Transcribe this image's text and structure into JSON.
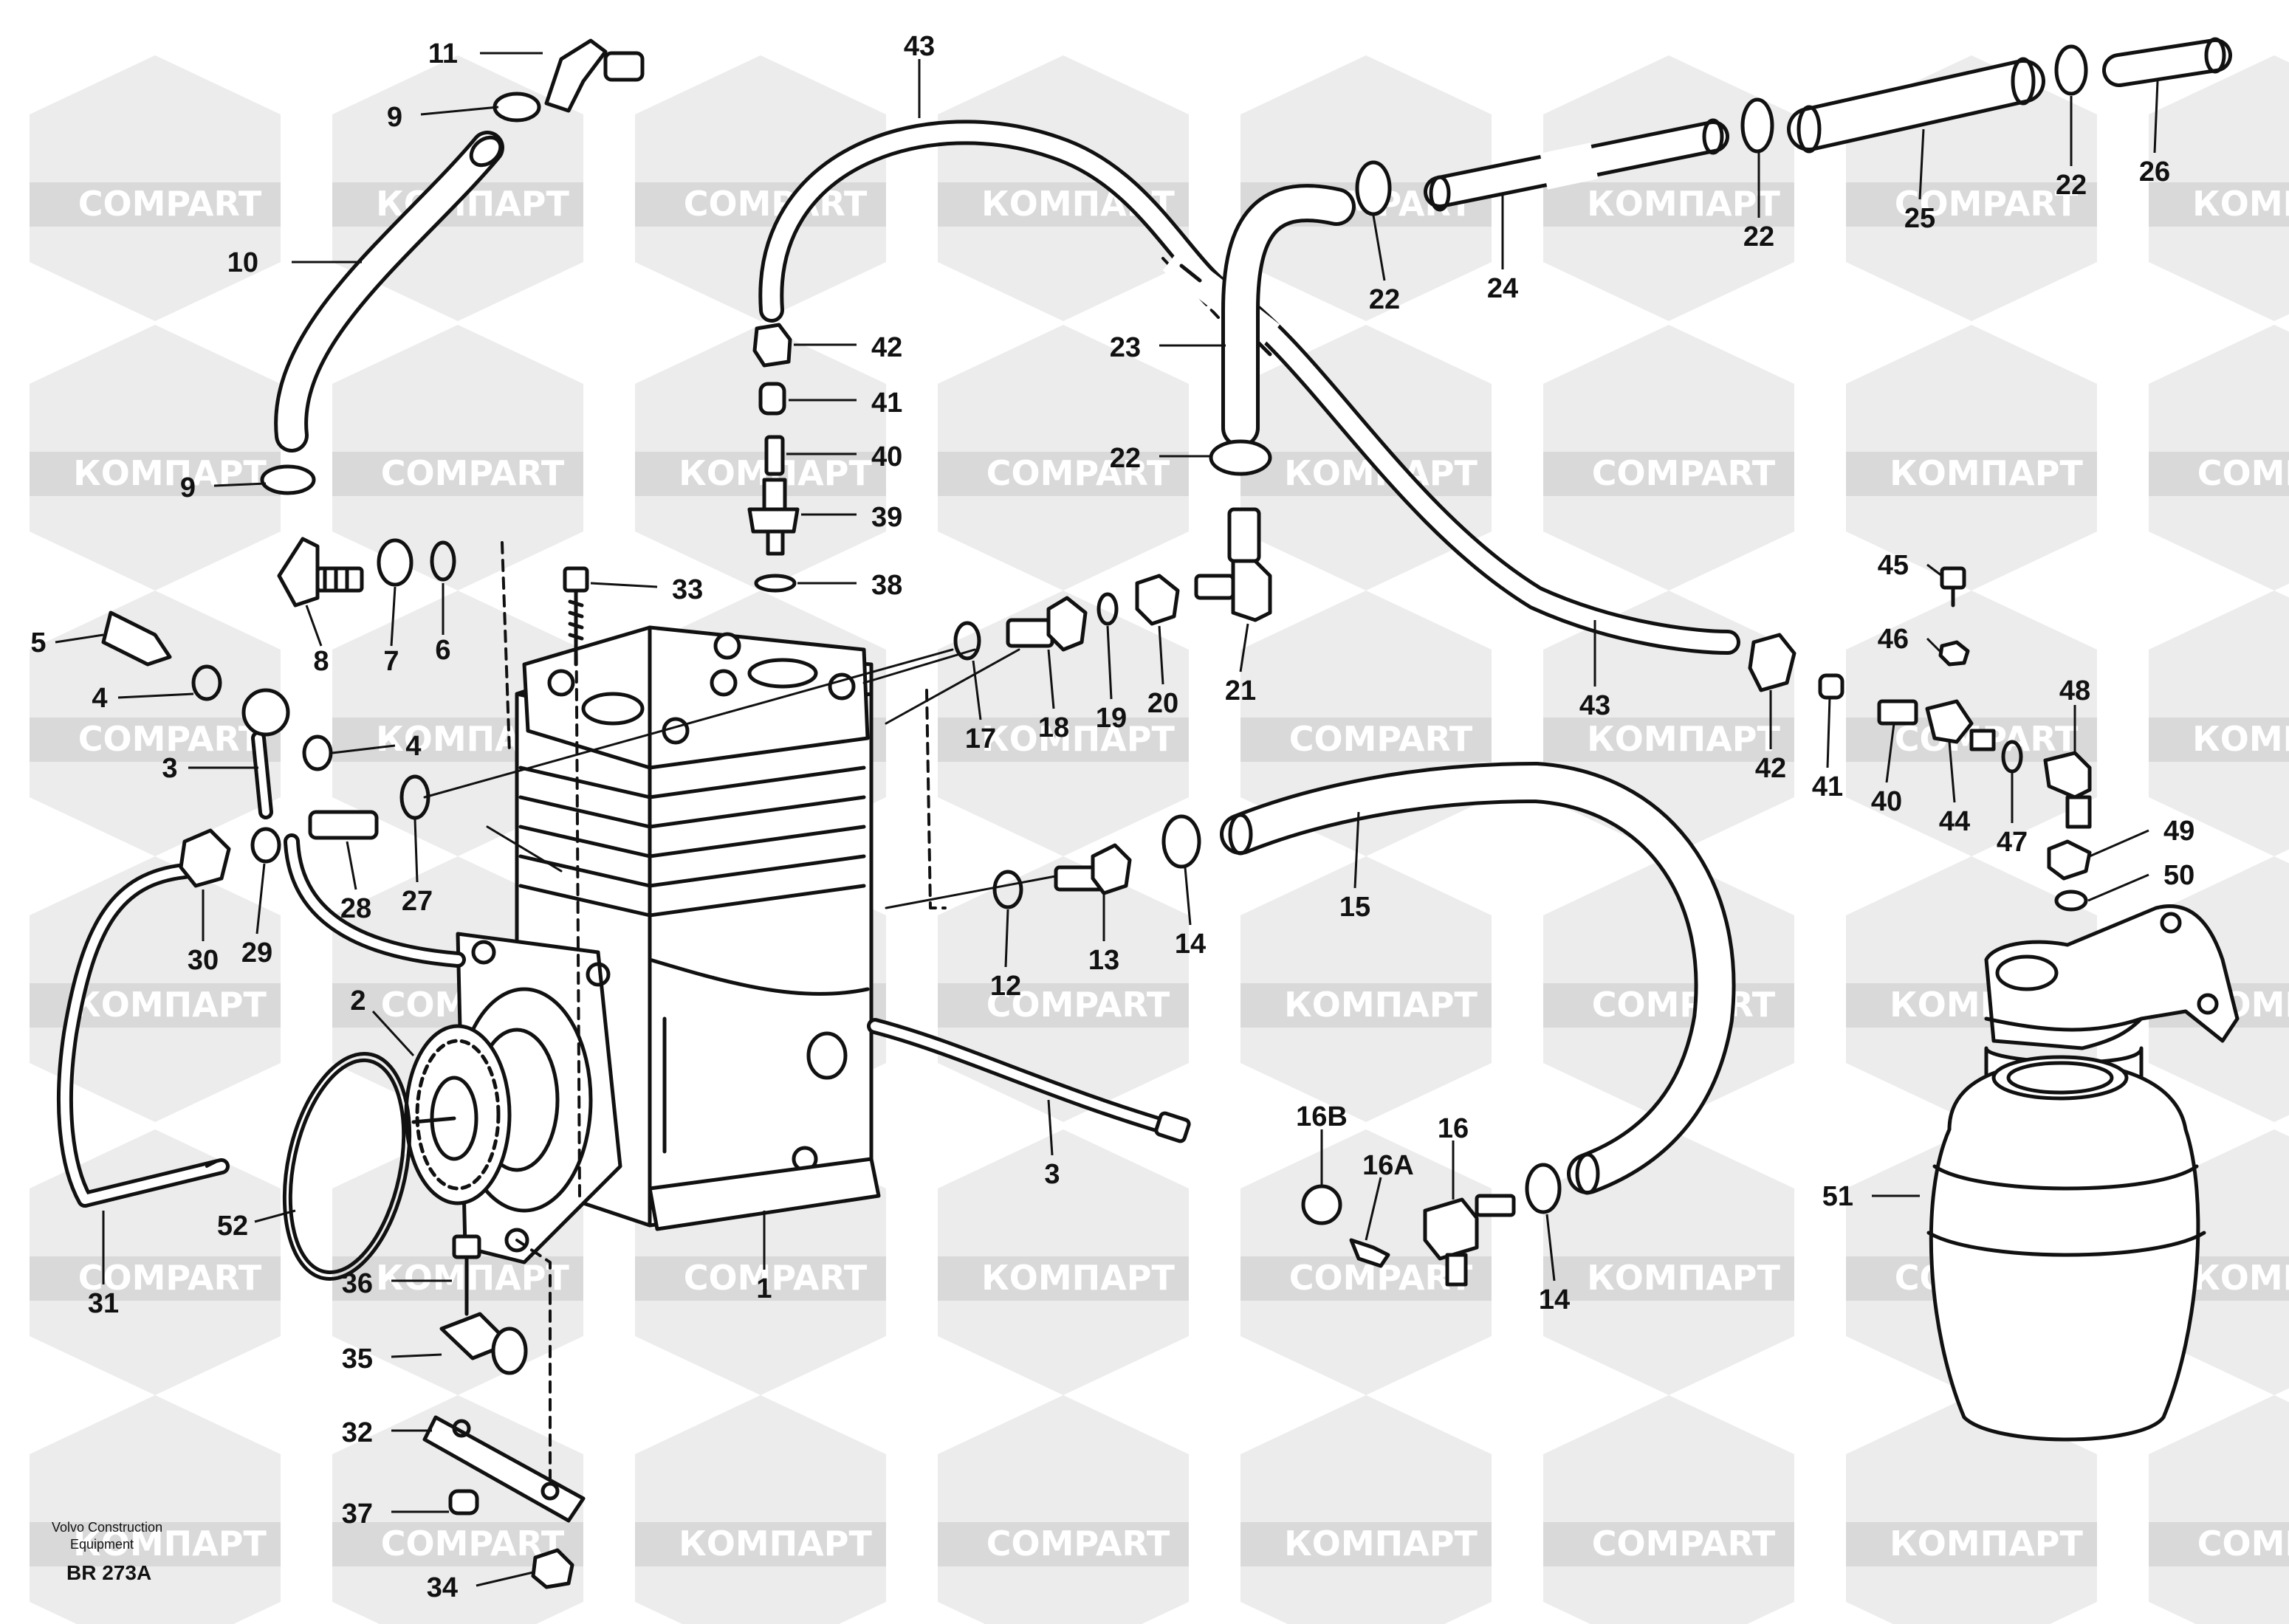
{
  "diagram": {
    "footer": {
      "line1": "Volvo Construction",
      "line2": "Equipment",
      "code": "BR 273A"
    },
    "watermark_words": [
      "COMPART",
      "КОМПАРТ"
    ],
    "part_numbers": [
      "1",
      "2",
      "3",
      "4",
      "5",
      "6",
      "7",
      "8",
      "9",
      "10",
      "11",
      "12",
      "13",
      "14",
      "15",
      "16",
      "16A",
      "16B",
      "17",
      "18",
      "19",
      "20",
      "21",
      "22",
      "23",
      "24",
      "25",
      "26",
      "27",
      "28",
      "29",
      "30",
      "31",
      "32",
      "33",
      "34",
      "35",
      "36",
      "37",
      "38",
      "39",
      "40",
      "41",
      "42",
      "43",
      "44",
      "45",
      "46",
      "47",
      "48",
      "49",
      "50",
      "51",
      "52"
    ],
    "colors": {
      "line": "#111111",
      "watermark": "#d9d9d9",
      "background": "#ffffff"
    }
  }
}
